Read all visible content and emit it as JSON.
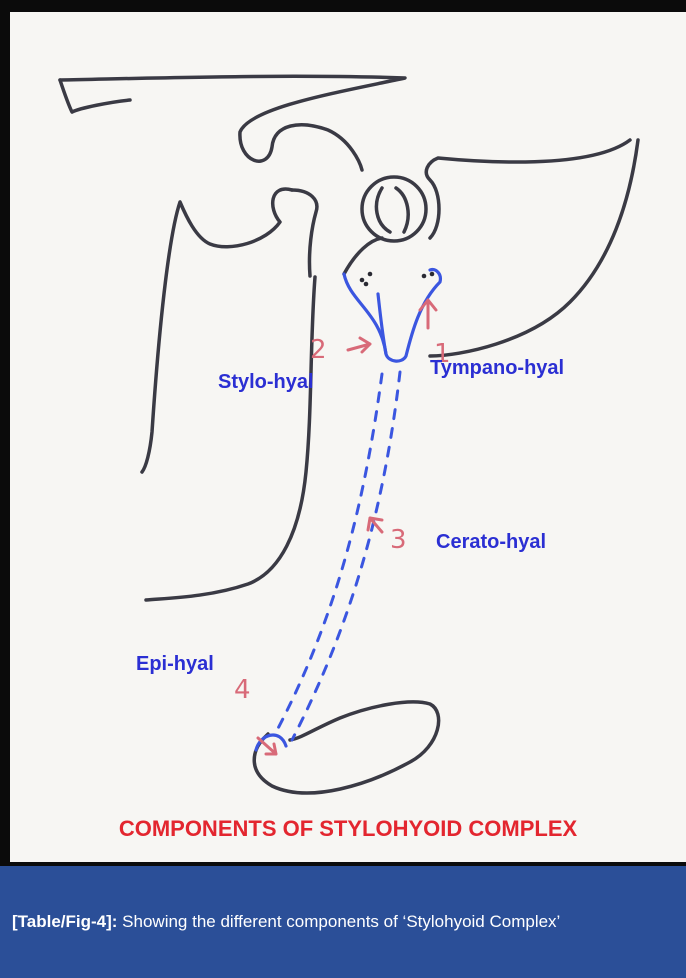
{
  "figure": {
    "labels": {
      "stylo_hyal": "Stylo-hyal",
      "tympano_hyal": "Tympano-hyal",
      "cerato_hyal": "Cerato-hyal",
      "epi_hyal": "Epi-hyal"
    },
    "markers": [
      "1",
      "2",
      "3",
      "4"
    ],
    "title": "COMPONENTS OF STYLOHYOID COMPLEX",
    "colors": {
      "outline": "#3a3a44",
      "component_blue": "#3b56e0",
      "marker_pink": "#d86a78",
      "title_red": "#e3262f"
    }
  },
  "caption": {
    "label": "[Table/Fig-4]:",
    "text": " Showing the different components of ‘Stylohyoid Complex’"
  }
}
